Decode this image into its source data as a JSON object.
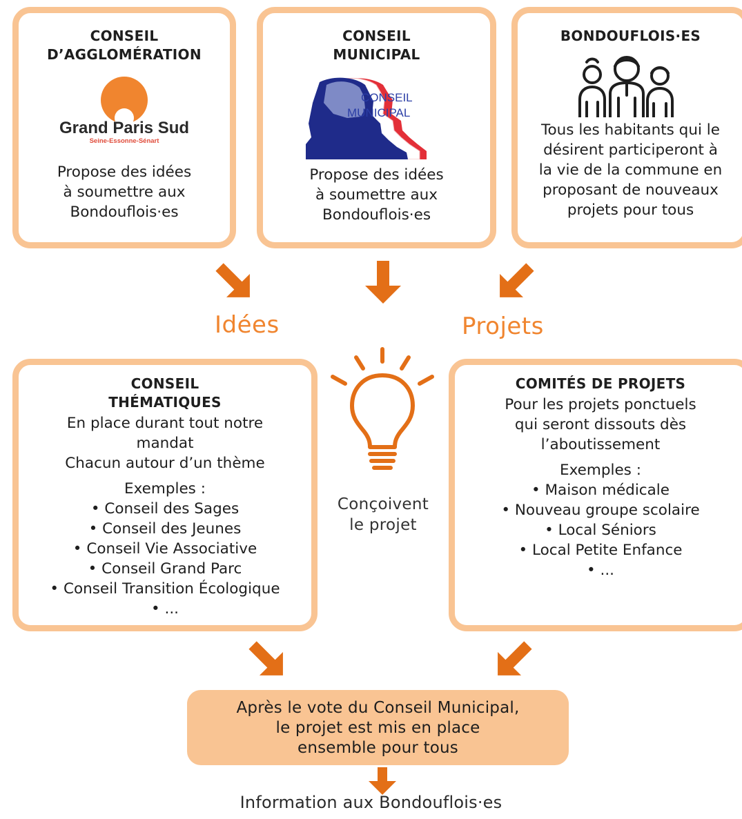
{
  "top_left": {
    "title_line1": "CONSEIL",
    "title_line2": "D’AGGLOMÉRATION",
    "logo_name": "Grand Paris Sud",
    "logo_sub": "Seine-Essonne-Sénart",
    "logo_color": "#f0852f",
    "desc_lines": [
      "Propose des idées",
      "à soumettre aux",
      "Bondouflois·es"
    ]
  },
  "top_mid": {
    "title_line1": "CONSEIL",
    "title_line2": "MUNICIPAL",
    "logo_line1": "CONSEIL",
    "logo_line2": "MUNICIPAL",
    "desc_lines": [
      "Propose des idées",
      "à soumettre aux",
      "Bondouflois·es"
    ]
  },
  "top_right": {
    "title": "BONDOUFLOIS·ES",
    "icon": "people-group-icon",
    "desc_lines": [
      "Tous les habitants qui le",
      "désirent participeront à",
      "la vie de la commune en",
      "proposant de nouveaux",
      "projets pour tous"
    ]
  },
  "labels": {
    "ideas": "Idées",
    "projects": "Projets",
    "center_line1": "Conçoivent",
    "center_line2": "le projet"
  },
  "mid_left": {
    "title_line1": "CONSEIL",
    "title_line2": "THÉMATIQUES",
    "desc_lines": [
      "En place durant tout notre",
      "mandat",
      "Chacun autour d’un thème"
    ],
    "examples_label": "Exemples :",
    "examples": [
      "• Conseil des Sages",
      "• Conseil des Jeunes",
      "• Conseil Vie Associative",
      "• Conseil Grand Parc",
      "• Conseil Transition Écologique",
      "• ..."
    ]
  },
  "mid_right": {
    "title": "COMITÉS DE PROJETS",
    "desc_lines": [
      "Pour les projets ponctuels",
      "qui seront dissouts dès",
      "l’aboutissement"
    ],
    "examples_label": "Exemples :",
    "examples": [
      "• Maison médicale",
      "• Nouveau groupe scolaire",
      "• Local Séniors",
      "• Local Petite Enfance",
      "• ..."
    ]
  },
  "result": {
    "lines": [
      "Après le vote du Conseil Municipal,",
      "le projet est mis en place",
      "ensemble pour tous"
    ]
  },
  "footer": "Information aux Bondouflois·es",
  "colors": {
    "accent": "#f0852f",
    "arrow": "#e36f17",
    "border": "#f9c493",
    "text": "#1e1e1e"
  },
  "icons": [
    "arrow-down-right-icon",
    "arrow-down-icon",
    "arrow-down-left-icon",
    "lightbulb-icon",
    "people-group-icon"
  ]
}
